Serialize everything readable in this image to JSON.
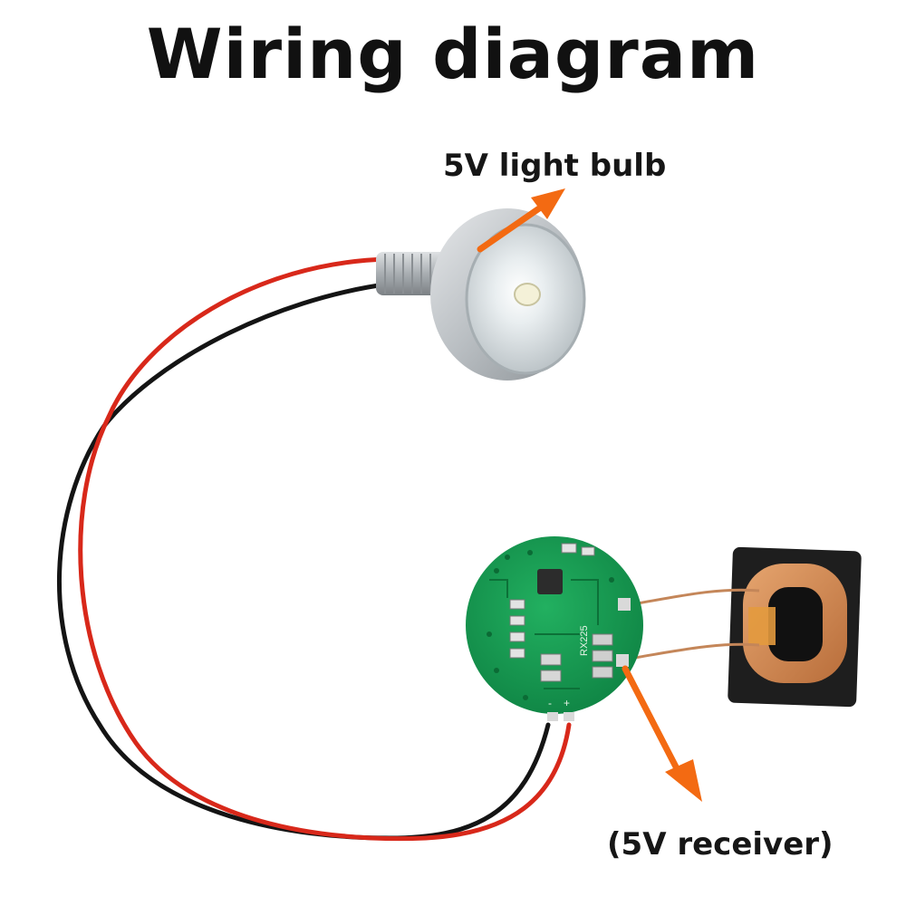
{
  "title": "Wiring diagram",
  "labels": {
    "bulb": "5V light bulb",
    "receiver": "(5V receiver)"
  },
  "board_marking": "RX225",
  "polarity": {
    "minus": "-",
    "plus": "+"
  },
  "colors": {
    "red_wire": "#d8281a",
    "black_wire": "#141414",
    "pcb_green": "#169a52",
    "arrow_orange": "#f36a12",
    "coil_copper": "#d48a52",
    "bulb_silver": "#c9cdd0"
  }
}
